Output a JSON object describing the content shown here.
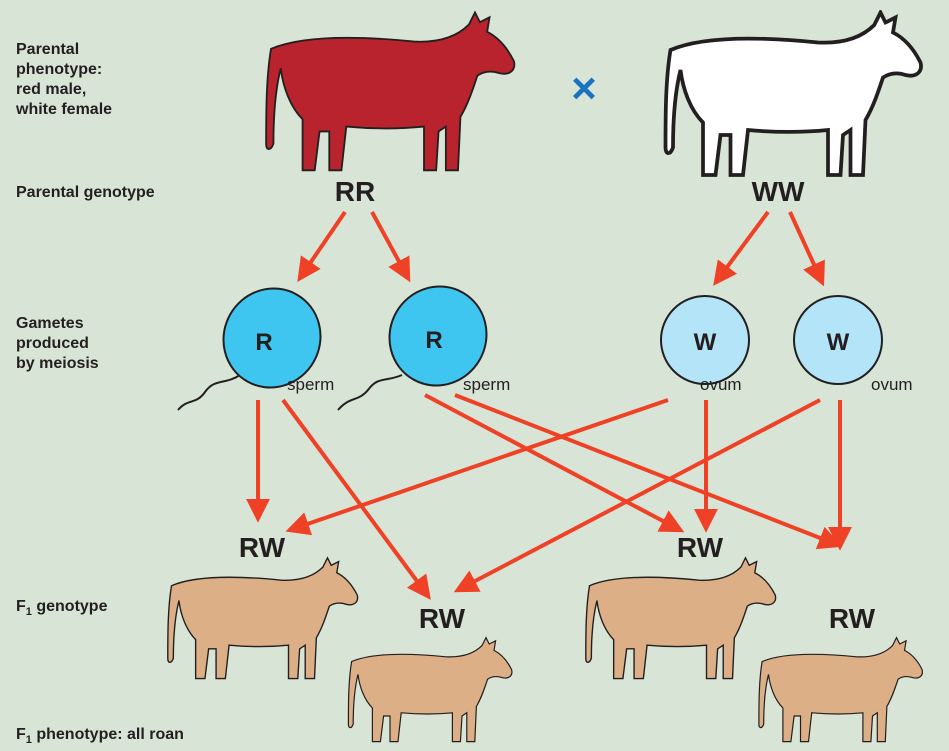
{
  "labels": {
    "parental_phenotype": [
      "Parental",
      "phenotype:",
      "red male,",
      "white female"
    ],
    "parental_genotype": "Parental genotype",
    "gametes": [
      "Gametes",
      "produced",
      "by meiosis"
    ],
    "f1_genotype_prefix": "F",
    "f1_genotype_sub": "1",
    "f1_genotype_suffix": " genotype",
    "f1_phenotype_prefix": "F",
    "f1_phenotype_sub": "1",
    "f1_phenotype_suffix": " phenotype: all roan"
  },
  "parents": {
    "male_genotype": "RR",
    "female_genotype": "WW",
    "cross_symbol": "×"
  },
  "gametes": [
    {
      "allele": "R",
      "type": "sperm"
    },
    {
      "allele": "R",
      "type": "sperm"
    },
    {
      "allele": "W",
      "type": "ovum"
    },
    {
      "allele": "W",
      "type": "ovum"
    }
  ],
  "offspring": [
    "RW",
    "RW",
    "RW",
    "RW"
  ],
  "colors": {
    "background": "#d8e4d6",
    "red_bull": "#b8232d",
    "white_cow": "#ffffff",
    "roan": "#dcaf86",
    "sperm": "#3ec5f0",
    "ovum": "#b4e4f8",
    "arrow": "#ee4126",
    "cross": "#1a73c0"
  }
}
